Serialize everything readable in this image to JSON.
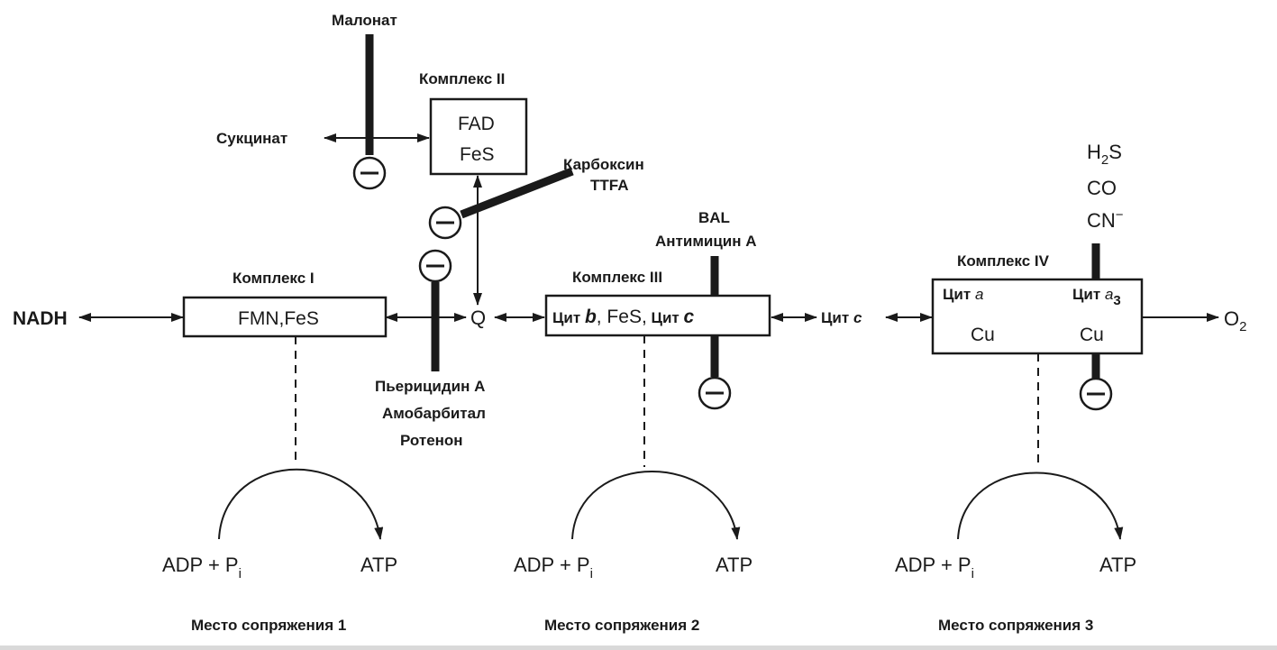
{
  "nodes": {
    "nadh": "NADH",
    "q": "Q",
    "cyt_c_mid": "Цит",
    "cyt_c_mid_ital": "c",
    "o2": "O",
    "o2_sub": "2"
  },
  "complexes": {
    "c1": {
      "title": "Комплекс I",
      "line1": "FMN,FeS"
    },
    "c2": {
      "title": "Комплекс II",
      "line1": "FAD",
      "line2": "FeS"
    },
    "c3": {
      "title": "Комплекс III",
      "part1": "Цит",
      "part1_ital": "b",
      "part2": ", FeS,",
      "part3": "Цит",
      "part3_ital": "c"
    },
    "c4": {
      "title": "Комплекс IV",
      "cyt_a": "Цит",
      "cyt_a_ital": "a",
      "cyt_a3": "Цит",
      "cyt_a3_ital": "a",
      "cyt_a3_sub": "3",
      "cu_left": "Cu",
      "cu_right": "Cu"
    }
  },
  "inhibitors": {
    "malonate": "Малонат",
    "succinate": "Сукцинат",
    "carboxin": "Карбоксин",
    "ttfa": "TTFA",
    "bal": "BAL",
    "antimycin": "Антимицин А",
    "piericidin": "Пьерицидин А",
    "amobarbital": "Амобарбитал",
    "rotenone": "Ротенон",
    "h2s_h": "H",
    "h2s_sub": "2",
    "h2s_s": "S",
    "co": "CO",
    "cn": "CN",
    "cn_sup": "−"
  },
  "coupling": [
    {
      "adp": "ADP + P",
      "adp_sub": "i",
      "atp": "ATP",
      "label": "Место сопряжения 1"
    },
    {
      "adp": "ADP + P",
      "adp_sub": "i",
      "atp": "ATP",
      "label": "Место сопряжения 2"
    },
    {
      "adp": "ADP + P",
      "adp_sub": "i",
      "atp": "ATP",
      "label": "Место сопряжения 3"
    }
  ]
}
